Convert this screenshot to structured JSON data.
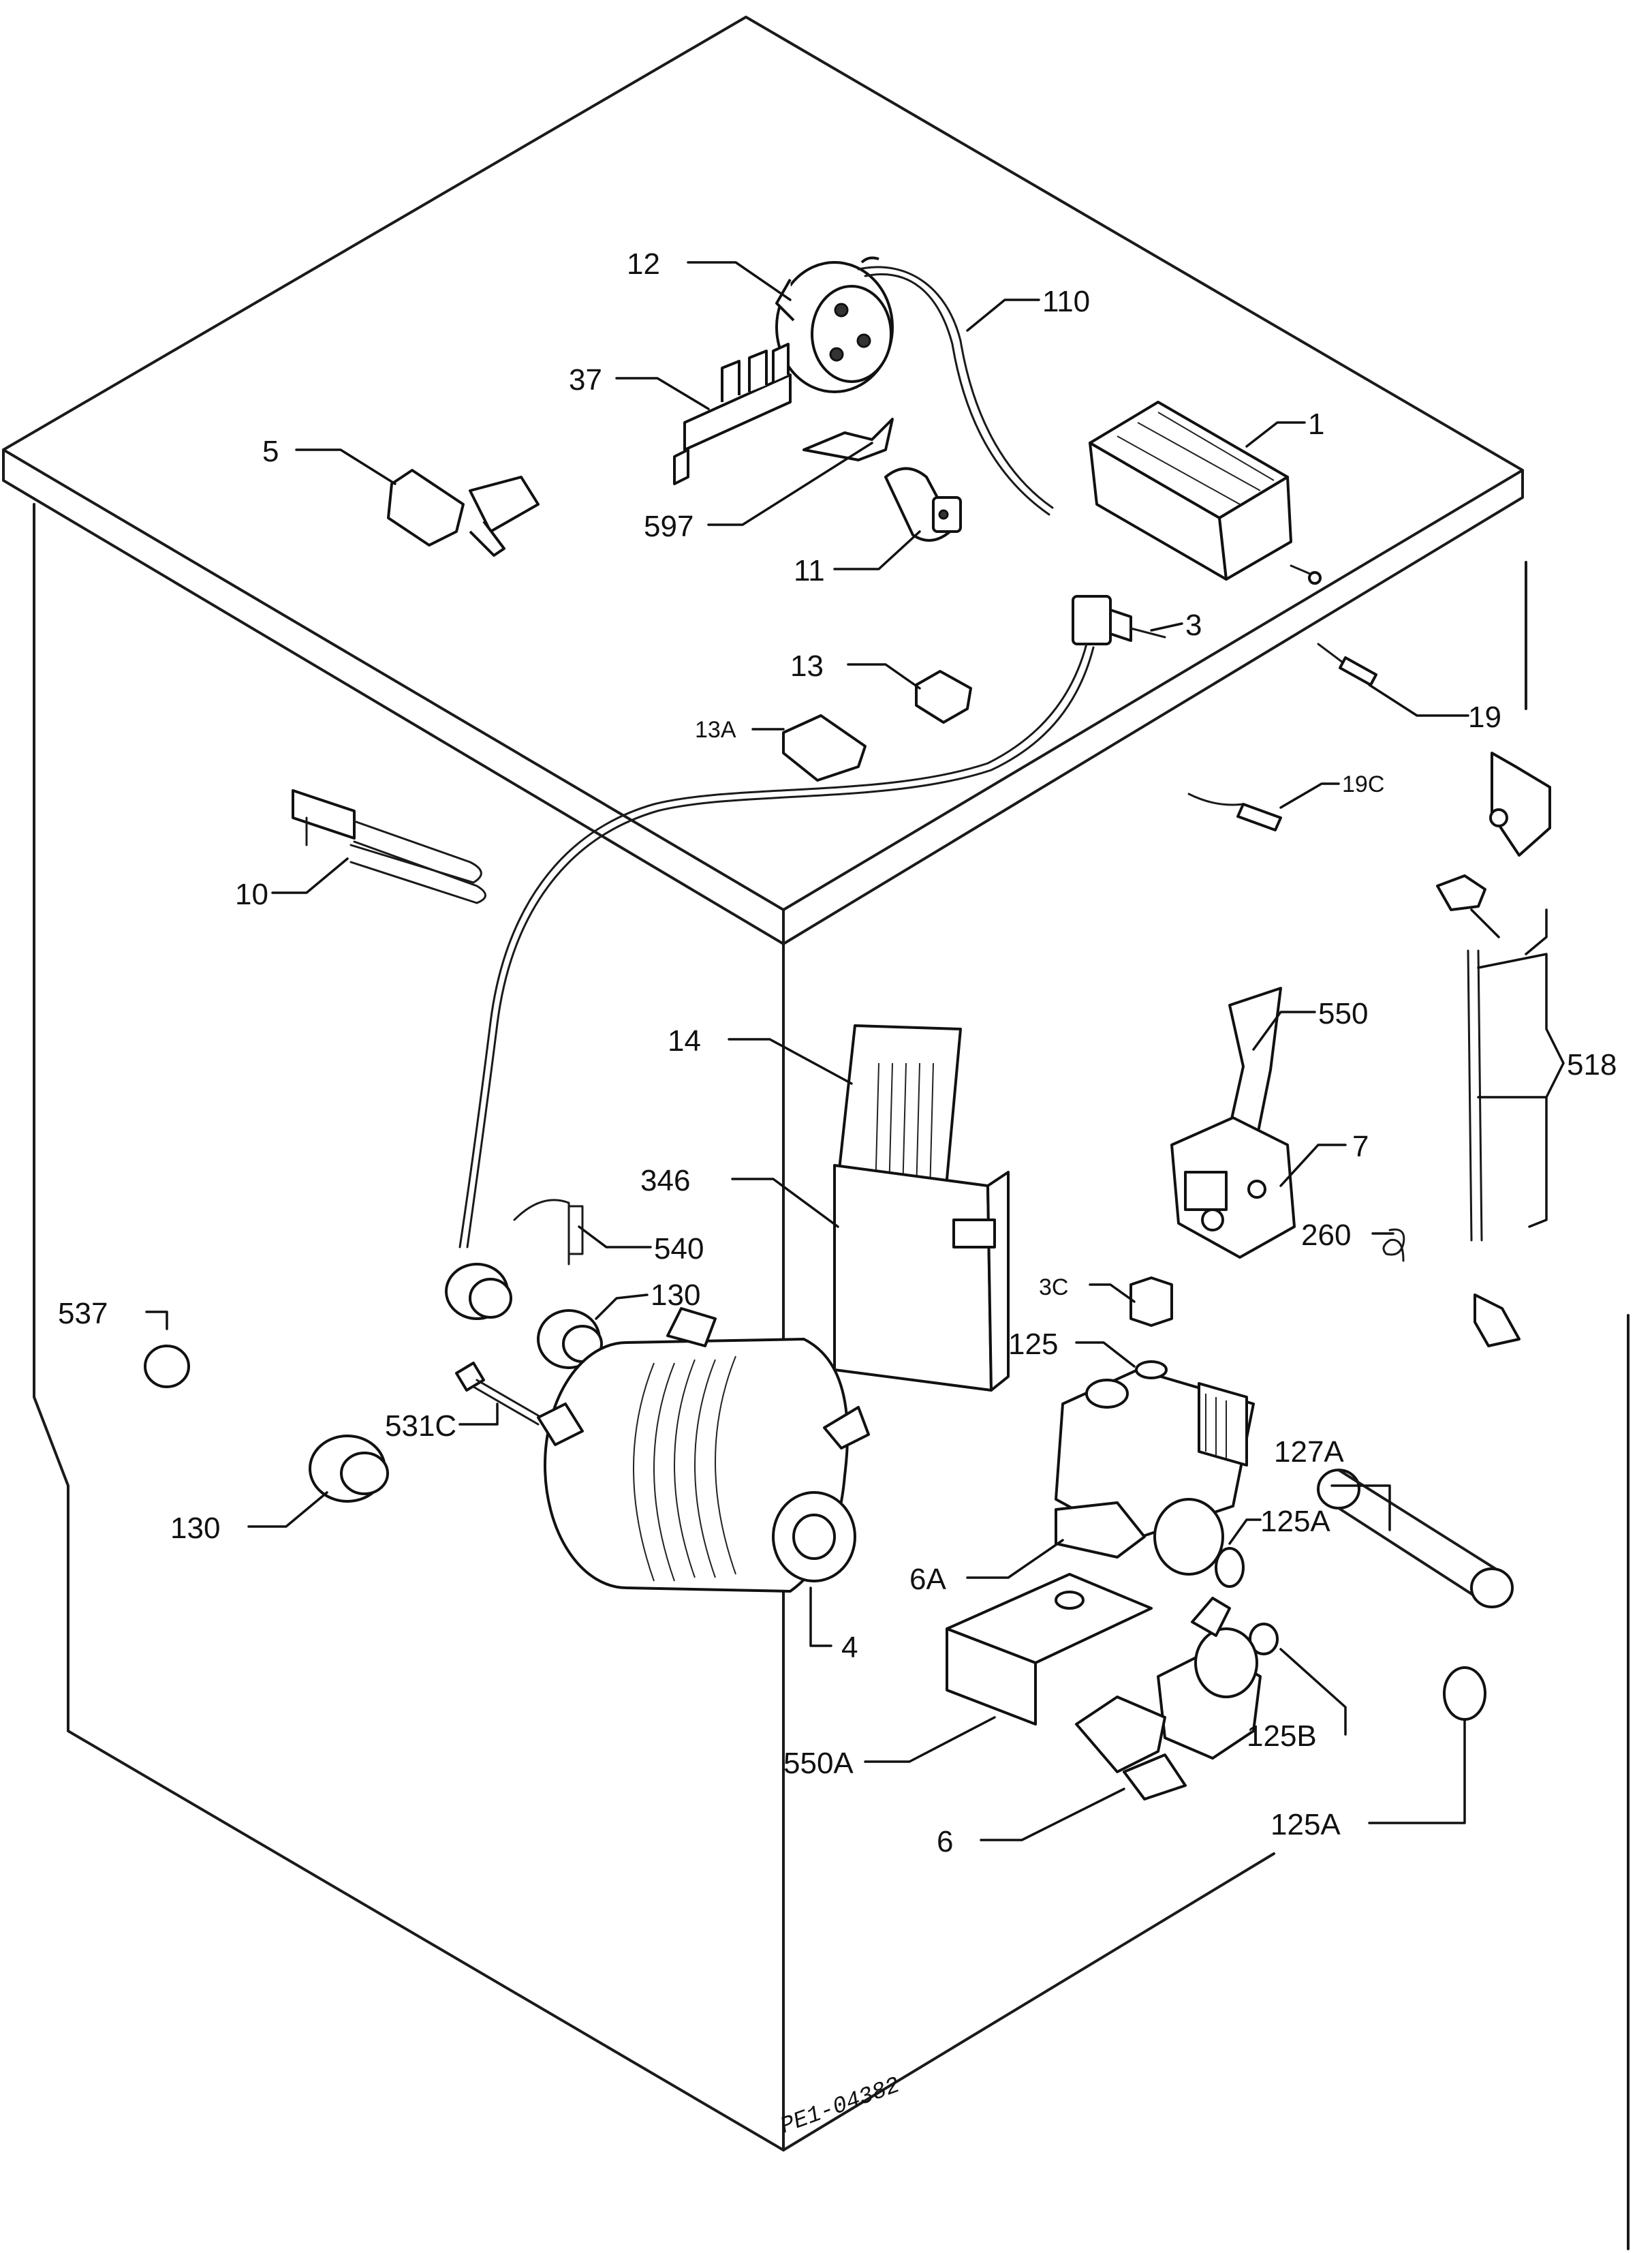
{
  "labels": {
    "l12": "12",
    "l110": "110",
    "l37": "37",
    "l1": "1",
    "l5": "5",
    "l597": "597",
    "l11": "11",
    "l3": "3",
    "l13": "13",
    "l13A": "13A",
    "l19": "19",
    "l19C": "19C",
    "l10": "10",
    "l550": "550",
    "l518": "518",
    "l14": "14",
    "l7": "7",
    "l346": "346",
    "l260": "260",
    "l540": "540",
    "l3C": "3C",
    "l537": "537",
    "l130a": "130",
    "l125": "125",
    "l531C": "531C",
    "l127A": "127A",
    "l125Aa": "125A",
    "l130b": "130",
    "l6A": "6A",
    "l4": "4",
    "l125B": "125B",
    "l550A": "550A",
    "l6": "6",
    "l125Ab": "125A"
  },
  "drawing_code": "PE1-04382"
}
